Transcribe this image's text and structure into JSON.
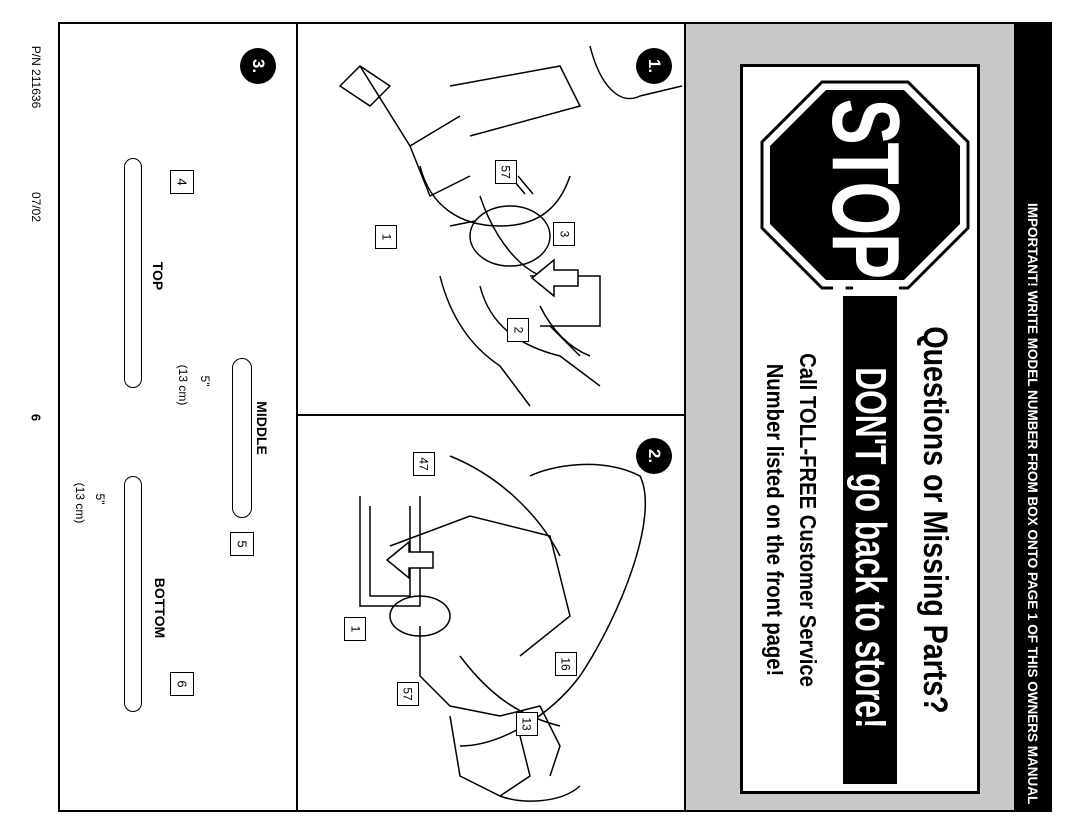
{
  "banner": {
    "important": "IMPORTANT!  WRITE MODEL NUMBER FROM BOX ONTO PAGE 1 OF THIS OWNERS MANUAL"
  },
  "stop_notice": {
    "sign_text": "STOP!",
    "heading": "Questions or Missing Parts?",
    "warning": "DON'T go back to store!",
    "call_line1": "Call TOLL-FREE Customer Service",
    "call_line2": "Number listed on the front page!"
  },
  "steps": {
    "step1": {
      "badge": "1.",
      "callouts": [
        "57",
        "3",
        "1",
        "2"
      ]
    },
    "step2": {
      "badge": "2.",
      "callouts": [
        "47",
        "16",
        "1",
        "57",
        "13"
      ]
    },
    "step3": {
      "badge": "3.",
      "parts": [
        {
          "number": "4",
          "label": "TOP"
        },
        {
          "number": "5",
          "label": "MIDDLE",
          "dimension": "5\"",
          "metric": "(13 cm)"
        },
        {
          "number": "6",
          "label": "BOTTOM",
          "dimension": "5\"",
          "metric": "(13 cm)"
        }
      ]
    }
  },
  "footer": {
    "part_number": "P/N 211636",
    "date": "07/02",
    "page": "6"
  }
}
